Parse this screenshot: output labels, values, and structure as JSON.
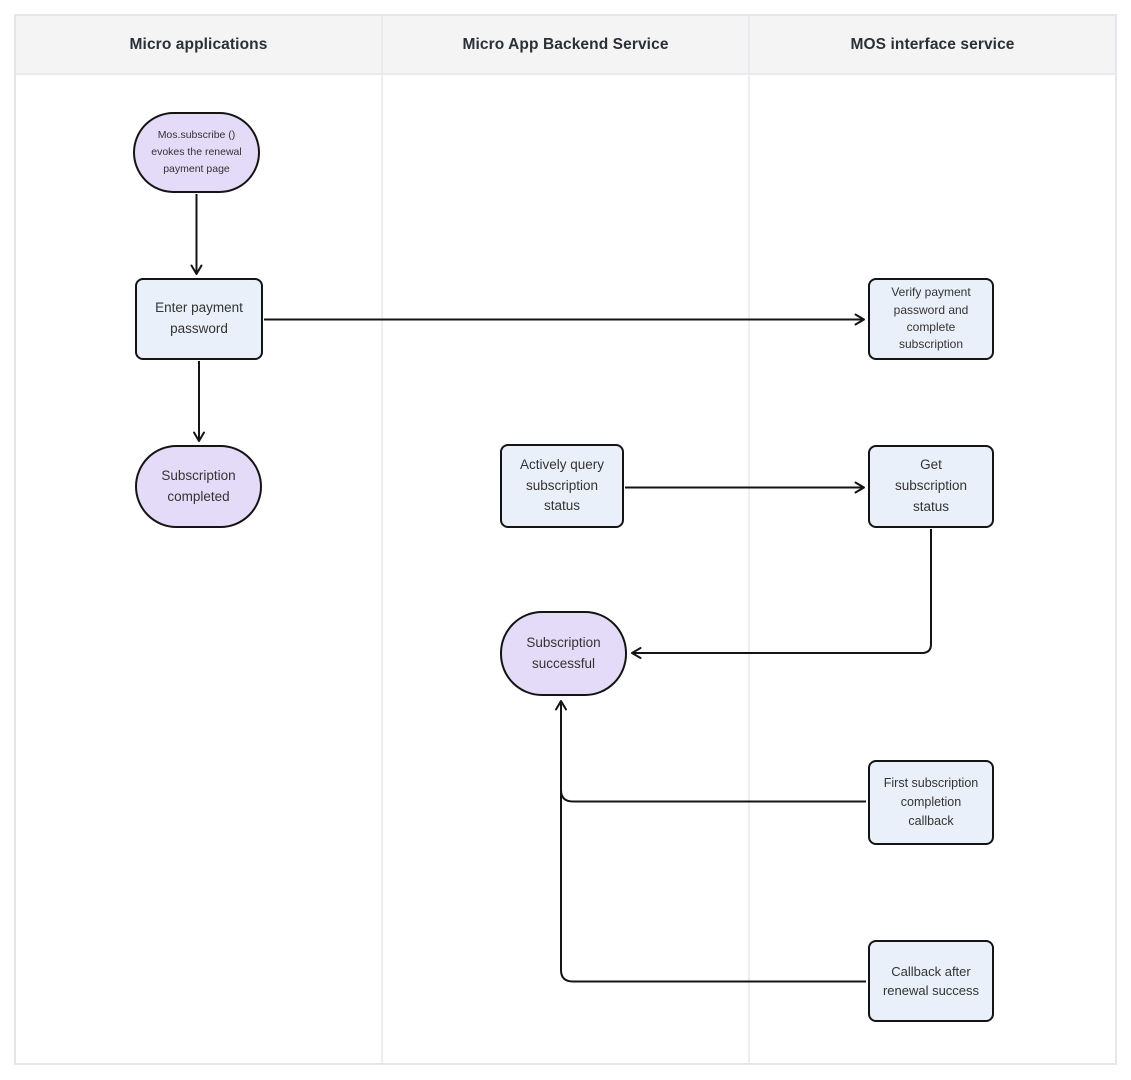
{
  "diagram": {
    "type": "swimlane-flowchart",
    "lanes": [
      {
        "id": "micro-applications",
        "title": "Micro applications"
      },
      {
        "id": "micro-app-backend-service",
        "title": "Micro App Backend Service"
      },
      {
        "id": "mos-interface-service",
        "title": "MOS interface service"
      }
    ],
    "nodes": {
      "mos_subscribe": {
        "label": "Mos.subscribe ()\nevokes the renewal\npayment page",
        "shape": "stadium",
        "lane": "Micro applications"
      },
      "enter_password": {
        "label": "Enter payment\npassword",
        "shape": "rounded-rect",
        "lane": "Micro applications"
      },
      "subscription_completed": {
        "label": "Subscription\ncompleted",
        "shape": "stadium",
        "lane": "Micro applications"
      },
      "actively_query": {
        "label": "Actively query\nsubscription\nstatus",
        "shape": "rounded-rect",
        "lane": "Micro App Backend Service"
      },
      "subscription_successful": {
        "label": "Subscription\nsuccessful",
        "shape": "stadium",
        "lane": "Micro App Backend Service"
      },
      "verify_payment": {
        "label": "Verify payment\npassword and\ncomplete\nsubscription",
        "shape": "rounded-rect",
        "lane": "MOS interface service"
      },
      "get_status": {
        "label": "Get\nsubscription\nstatus",
        "shape": "rounded-rect",
        "lane": "MOS interface service"
      },
      "first_callback": {
        "label": "First subscription\ncompletion\ncallback",
        "shape": "rounded-rect",
        "lane": "MOS interface service"
      },
      "renewal_callback": {
        "label": "Callback after\nrenewal success",
        "shape": "rounded-rect",
        "lane": "MOS interface service"
      }
    },
    "edges": [
      {
        "from": "mos_subscribe",
        "to": "enter_password",
        "direction": "down"
      },
      {
        "from": "enter_password",
        "to": "subscription_completed",
        "direction": "down"
      },
      {
        "from": "enter_password",
        "to": "verify_payment",
        "direction": "right"
      },
      {
        "from": "actively_query",
        "to": "get_status",
        "direction": "right"
      },
      {
        "from": "get_status",
        "to": "subscription_successful",
        "direction": "down-left"
      },
      {
        "from": "first_callback",
        "to": "subscription_successful",
        "direction": "left-up"
      },
      {
        "from": "renewal_callback",
        "to": "subscription_successful",
        "direction": "left-up"
      }
    ],
    "colors": {
      "stadium_fill": "#e4dbf8",
      "rect_fill": "#eaf0fa",
      "node_border": "#141414",
      "edge_stroke": "#141414",
      "header_bg": "#f4f4f5",
      "lane_border": "#e9e9ee",
      "title_text": "#2b3036",
      "node_text": "#333333"
    }
  }
}
